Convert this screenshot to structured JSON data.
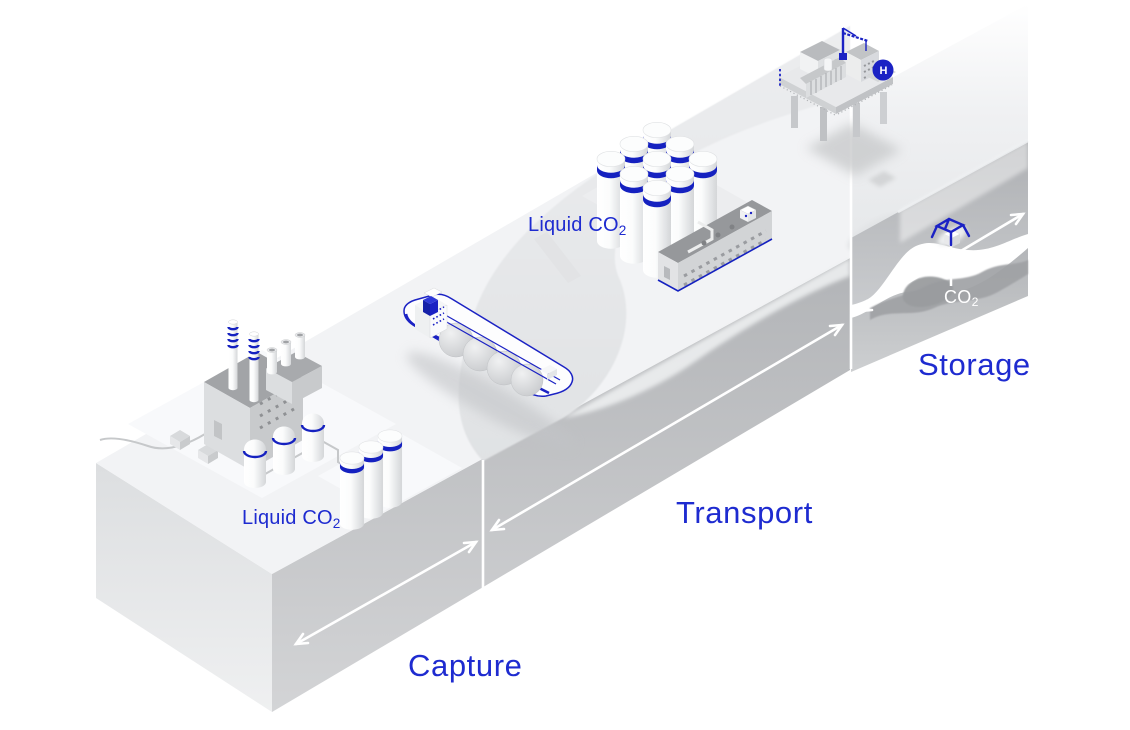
{
  "title": "CO2 capture, transport and storage isometric illustration",
  "colors": {
    "accent": "#1e2bd0",
    "band": "#1521c0",
    "arrow": "#ffffff",
    "rock": "#b7b9bc",
    "sea": "#e4e6e8",
    "land": "#f2f3f5"
  },
  "stages": [
    {
      "id": "capture",
      "label": "Capture"
    },
    {
      "id": "transport",
      "label": "Transport"
    },
    {
      "id": "storage",
      "label": "Storage"
    }
  ],
  "labels": {
    "liquid_co2_capture": {
      "text": "Liquid CO",
      "sub": "2"
    },
    "liquid_co2_terminal": {
      "text": "Liquid CO",
      "sub": "2"
    },
    "co2_reservoir": {
      "text": "CO",
      "sub": "2"
    },
    "helipad": "H"
  },
  "structures": {
    "icons": [
      "power-plant-with-chimneys-icon",
      "co2-absorber-tanks-icon",
      "liquid-co2-storage-tanks-icon",
      "co2-carrier-ship-icon",
      "terminal-tank-farm-icon",
      "receiving-terminal-building-icon",
      "offshore-platform-icon",
      "subsea-wellhead-icon",
      "co2-reservoir-plume-icon",
      "capture-extent-arrow",
      "transport-extent-arrow",
      "storage-extent-arrow"
    ]
  }
}
